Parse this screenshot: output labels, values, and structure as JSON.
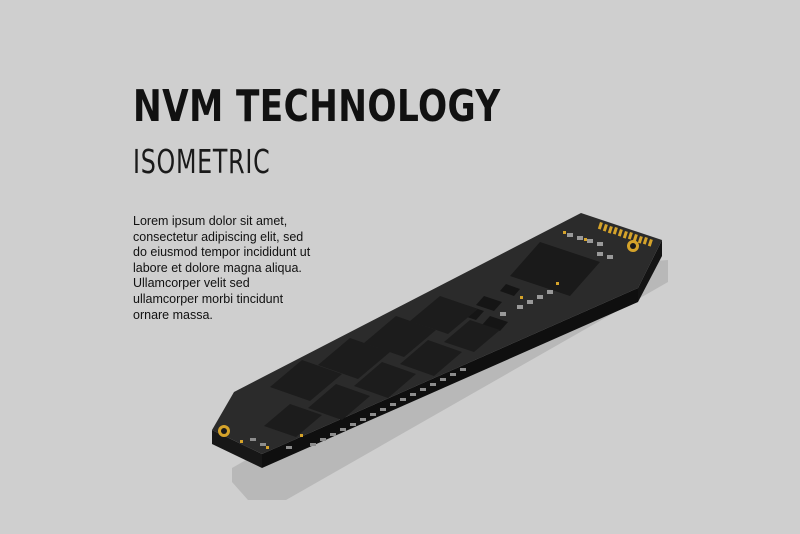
{
  "heading": {
    "title": "NVM TECHNOLOGY",
    "subtitle": "ISOMETRIC"
  },
  "description": {
    "lines": [
      "Lorem ipsum dolor sit amet,",
      "consectetur adipiscing elit, sed",
      "do eiusmod tempor incididunt ut",
      "labore et dolore magna aliqua.",
      "Ullamcorper velit sed",
      "ullamcorper morbi tincidunt",
      "ornare massa."
    ]
  },
  "illustration": {
    "subject": "m2-ssd-module",
    "colors": {
      "background": "#cfcfcf",
      "board_top": "#2a2a2a",
      "board_edge": "#151515",
      "chip": "#1b1b1b",
      "gold": "#d8a52a",
      "component": "#9a9a9a",
      "shadow": "#b9b9b9"
    }
  }
}
